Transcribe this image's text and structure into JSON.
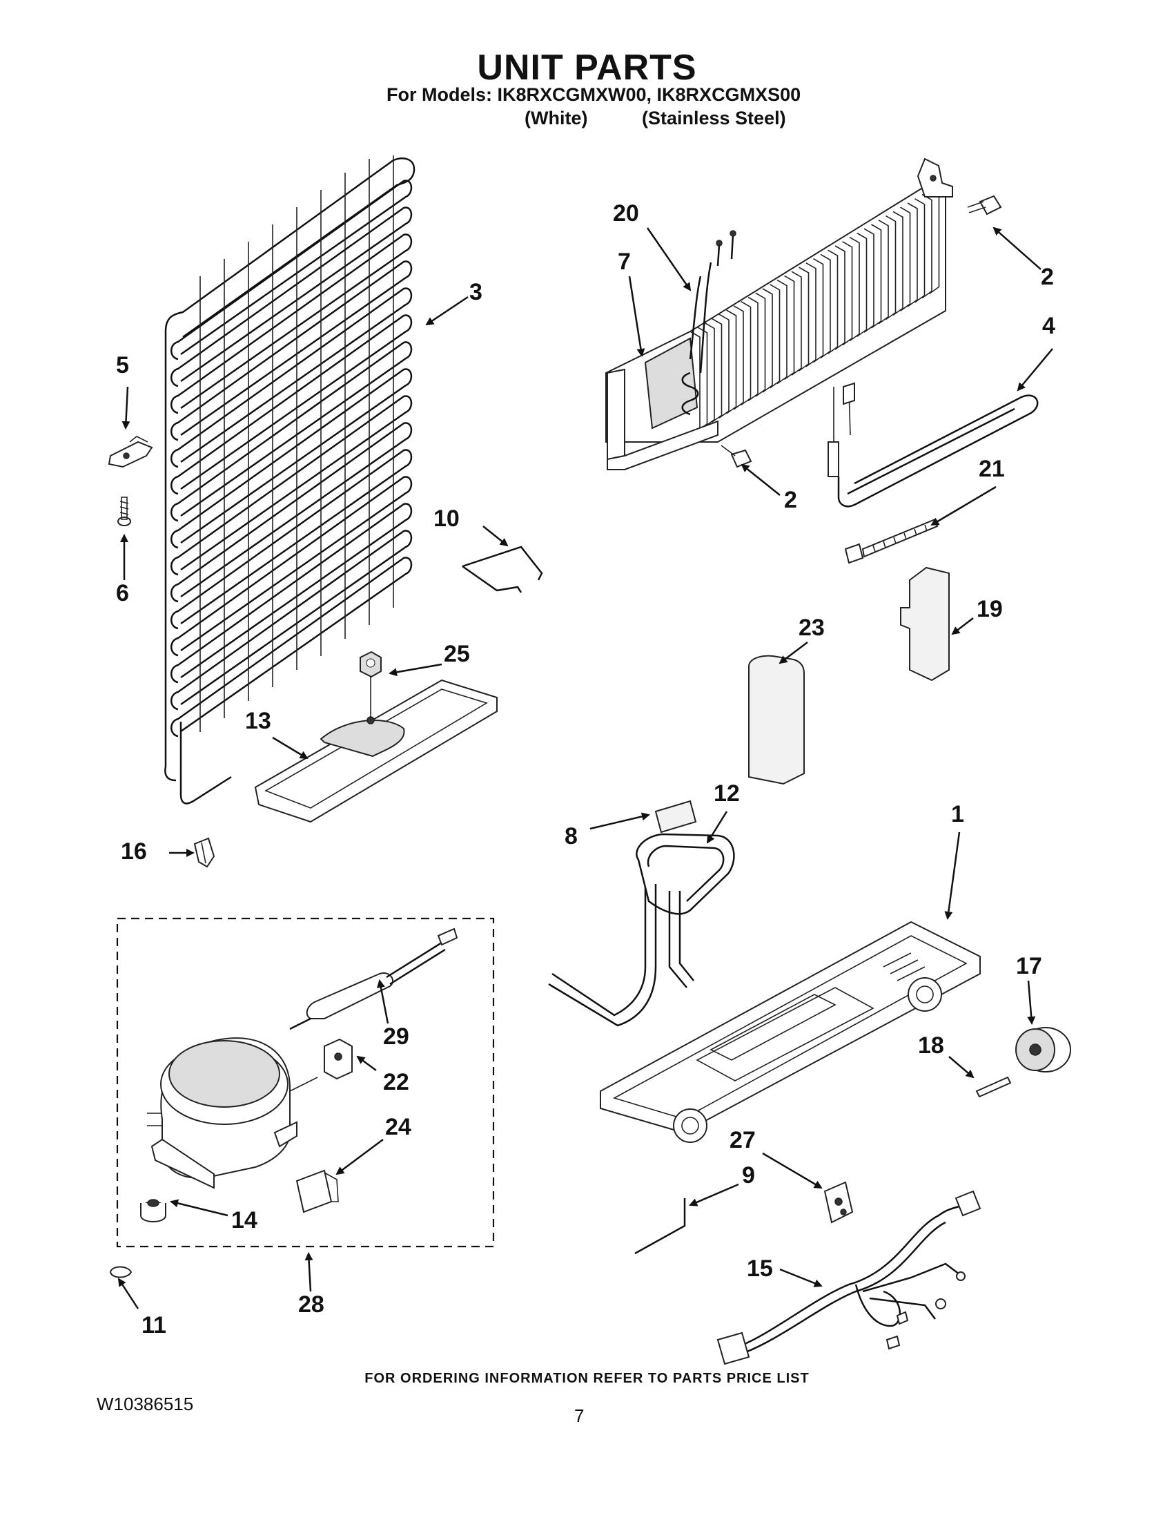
{
  "header": {
    "title": "UNIT PARTS",
    "models_line": "For Models: IK8RXCGMXW00, IK8RXCGMXS00",
    "variant_white": "(White)",
    "variant_stainless": "(Stainless Steel)"
  },
  "callouts": {
    "c1": "1",
    "c2a": "2",
    "c2b": "2",
    "c3": "3",
    "c4": "4",
    "c5": "5",
    "c6": "6",
    "c7": "7",
    "c8": "8",
    "c9": "9",
    "c10": "10",
    "c11": "11",
    "c12": "12",
    "c13": "13",
    "c14": "14",
    "c15": "15",
    "c16": "16",
    "c17": "17",
    "c18": "18",
    "c19": "19",
    "c20": "20",
    "c21": "21",
    "c22": "22",
    "c23": "23",
    "c24": "24",
    "c25": "25",
    "c27": "27",
    "c28": "28",
    "c29": "29"
  },
  "footer": {
    "ordering_note": "FOR ORDERING INFORMATION REFER TO PARTS PRICE LIST",
    "document_id": "W10386515",
    "page_number": "7"
  }
}
